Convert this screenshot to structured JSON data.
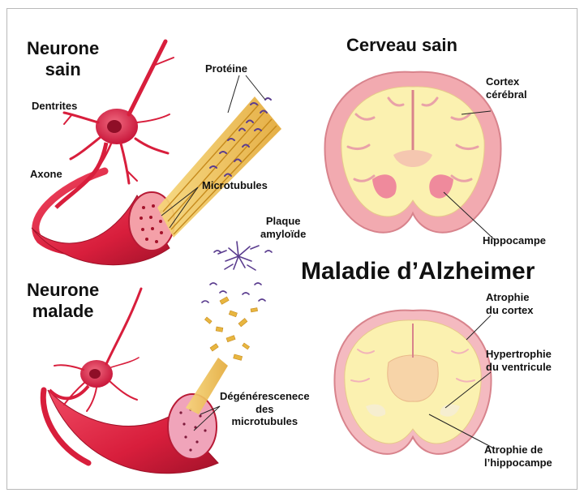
{
  "healthy_neuron": {
    "title_line1": "Neurone",
    "title_line2": "sain",
    "dendrites": "Dentrites",
    "axon": "Axone",
    "protein": "Protéine",
    "microtubules": "Microtubules"
  },
  "diseased_neuron": {
    "title_line1": "Neurone",
    "title_line2": "malade",
    "plaque_line1": "Plaque",
    "plaque_line2": "amyloïde",
    "degeneration_line1": "Dégénérescenece",
    "degeneration_line2": "des",
    "degeneration_line3": "microtubules"
  },
  "healthy_brain": {
    "title": "Cerveau sain",
    "cortex_line1": "Cortex",
    "cortex_line2": "cérébral",
    "hippocampus": "Hippocampe"
  },
  "alzheimer_brain": {
    "title": "Maladie d’Alzheimer",
    "cortex_atrophy_line1": "Atrophie",
    "cortex_atrophy_line2": "du cortex",
    "ventricle_line1": "Hypertrophie",
    "ventricle_line2": "du ventricule",
    "hippo_atrophy_line1": "Atrophie de",
    "hippo_atrophy_line2": "l’hippocampe"
  },
  "colors": {
    "neuron_red": "#d81e3c",
    "brain_cortex": "#f2aab0",
    "brain_white_matter": "#fbf1b0",
    "microtubule_gold": "#e8b640",
    "protein_purple": "#5b3d8f"
  }
}
